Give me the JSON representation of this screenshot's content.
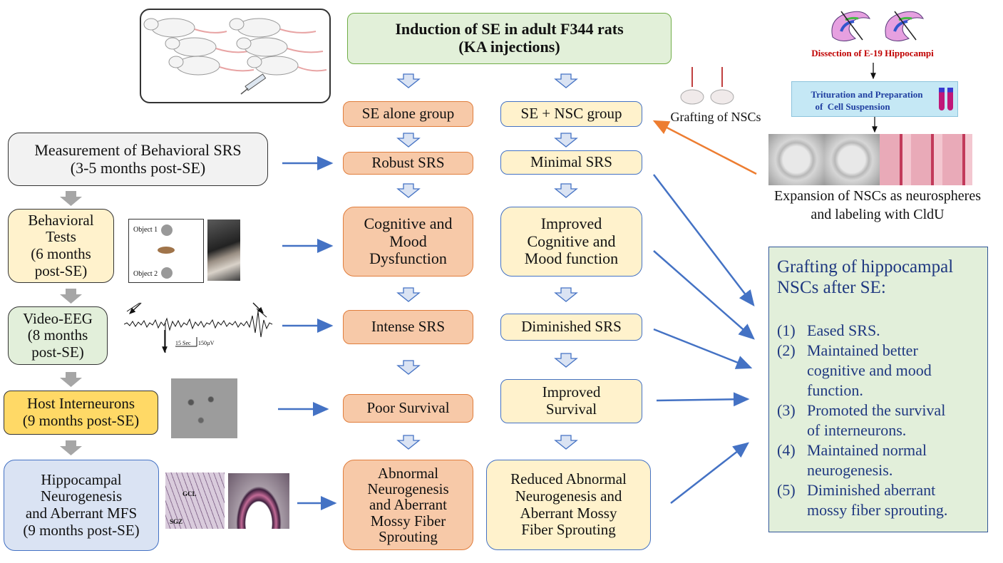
{
  "title_box": {
    "line1": "Induction of SE in adult F344 rats",
    "line2": "(KA injections)"
  },
  "groups": {
    "se_alone": "SE alone group",
    "se_nsc": "SE + NSC group"
  },
  "left_steps": {
    "srs": {
      "line1": "Measurement of Behavioral SRS",
      "line2": "(3-5 months post-SE)"
    },
    "behav": {
      "line1": "Behavioral",
      "line2": "Tests",
      "line3": "(6 months",
      "line4": "post-SE)"
    },
    "eeg": {
      "line1": "Video-EEG",
      "line2": "(8 months",
      "line3": "post-SE)"
    },
    "intern": {
      "line1": "Host Interneurons",
      "line2": "(9 months post-SE)"
    },
    "neuro": {
      "line1": "Hippocampal",
      "line2": "Neurogenesis",
      "line3": "and Aberrant MFS",
      "line4": "(9 months post-SE)"
    }
  },
  "se_alone_outcomes": {
    "srs": "Robust SRS",
    "cog": {
      "line1": "Cognitive and",
      "line2": "Mood",
      "line3": "Dysfunction"
    },
    "eeg": "Intense SRS",
    "surv": "Poor Survival",
    "neuro": {
      "line1": "Abnormal",
      "line2": "Neurogenesis",
      "line3": "and Aberrant",
      "line4": "Mossy Fiber",
      "line5": "Sprouting"
    }
  },
  "se_nsc_outcomes": {
    "srs": "Minimal SRS",
    "cog": {
      "line1": "Improved",
      "line2": "Cognitive and",
      "line3": "Mood function"
    },
    "eeg": "Diminished SRS",
    "surv": {
      "line1": "Improved",
      "line2": "Survival"
    },
    "neuro": {
      "line1": "Reduced Abnormal",
      "line2": "Neurogenesis and",
      "line3": "Aberrant Mossy",
      "line4": "Fiber Sprouting"
    }
  },
  "object_test": {
    "obj1": "Object 1",
    "obj2": "Object 2"
  },
  "eeg_scale": {
    "time": "15 Sec",
    "volt": "150µV"
  },
  "histology": {
    "gcl": "GCL",
    "sgz": "SGZ"
  },
  "right_flow": {
    "dissection": "Dissection of E-19 Hippocampi",
    "trituration": {
      "line1": "Trituration and Preparation",
      "line2": "of  Cell Suspension"
    },
    "expansion": {
      "line1": "Expansion of NSCs as neurospheres",
      "line2": "and labeling with CldU"
    },
    "grafting": "Grafting of NSCs"
  },
  "summary": {
    "heading": {
      "line1": "Grafting of hippocampal",
      "line2": "NSCs after SE:"
    },
    "items": [
      {
        "num": "(1)",
        "line1": "Eased SRS.",
        "line2": "",
        "line3": ""
      },
      {
        "num": "(2)",
        "line1": "Maintained better",
        "line2": "cognitive and mood",
        "line3": "function."
      },
      {
        "num": "(3)",
        "line1": "Promoted the survival",
        "line2": "of interneurons.",
        "line3": ""
      },
      {
        "num": "(4)",
        "line1": "Maintained normal",
        "line2": "neurogenesis.",
        "line3": ""
      },
      {
        "num": "(5)",
        "line1": "Diminished aberrant",
        "line2": "mossy fiber sprouting.",
        "line3": ""
      }
    ]
  },
  "colors": {
    "arrow_blue": "#4472c4",
    "arrow_orange": "#ed7d31",
    "down_arrow_fill": "#dae3f3",
    "grey_arrow": "#a6a6a6",
    "summary_bg": "#e2efda",
    "summary_border": "#2f5597",
    "summary_text": "#1f3880",
    "dissection_text": "#c00000",
    "trituration_bg": "#c5e8f5",
    "trituration_text": "#1f3ea0"
  }
}
